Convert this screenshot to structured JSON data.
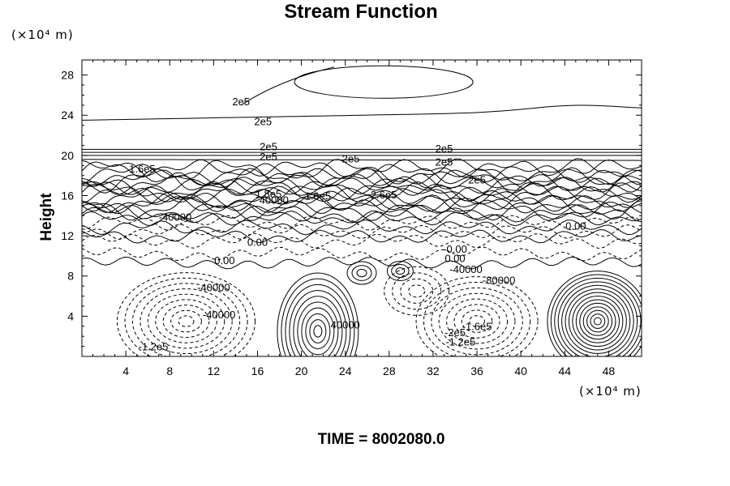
{
  "chart_data": {
    "type": "contour",
    "title": "Stream Function",
    "ylabel": "Height",
    "xlabel": "",
    "x_unit": "(×10⁴ m)",
    "y_unit": "(×10⁴ m)",
    "xlim": [
      0,
      51
    ],
    "ylim": [
      0,
      29.5
    ],
    "x_ticks": [
      4,
      8,
      12,
      16,
      20,
      24,
      28,
      32,
      36,
      40,
      44,
      48
    ],
    "y_ticks": [
      4,
      8,
      12,
      16,
      20,
      24,
      28
    ],
    "footer": "TIME = 8002080.0",
    "contour_labels": [
      {
        "text": "2e5",
        "x": 14.5,
        "y": 25.0
      },
      {
        "text": "2e5",
        "x": 16.5,
        "y": 23.0
      },
      {
        "text": "2e5",
        "x": 17.0,
        "y": 20.5
      },
      {
        "text": "2e5",
        "x": 17.0,
        "y": 19.5
      },
      {
        "text": "2e5",
        "x": 24.5,
        "y": 19.3
      },
      {
        "text": "2e5",
        "x": 33.0,
        "y": 20.3
      },
      {
        "text": "2e5",
        "x": 33.0,
        "y": 19.0
      },
      {
        "text": "2e5",
        "x": 36.0,
        "y": 17.2
      },
      {
        "text": "1.6e5",
        "x": 5.5,
        "y": 18.3
      },
      {
        "text": "1.8e5",
        "x": 17.0,
        "y": 15.8
      },
      {
        "text": "40000",
        "x": 17.5,
        "y": 15.2
      },
      {
        "text": "1.6e5",
        "x": 21.5,
        "y": 15.6
      },
      {
        "text": "2.6e5",
        "x": 27.5,
        "y": 15.7
      },
      {
        "text": "-40000",
        "x": 8.5,
        "y": 13.5
      },
      {
        "text": "0.00",
        "x": 16.0,
        "y": 11.0
      },
      {
        "text": "0.00",
        "x": 13.0,
        "y": 9.2
      },
      {
        "text": "0.00",
        "x": 45.0,
        "y": 12.6
      },
      {
        "text": "-0.00",
        "x": 34.0,
        "y": 10.3
      },
      {
        "text": "0.00",
        "x": 34.0,
        "y": 9.4
      },
      {
        "text": "-40000",
        "x": 35.0,
        "y": 8.3
      },
      {
        "text": "-80000",
        "x": 38.0,
        "y": 7.2
      },
      {
        "text": "-40000",
        "x": 12.0,
        "y": 6.5
      },
      {
        "text": "-40000",
        "x": 12.5,
        "y": 3.8
      },
      {
        "text": "40000",
        "x": 24.0,
        "y": 2.8
      },
      {
        "text": "-2e5",
        "x": 34.0,
        "y": 2.0
      },
      {
        "text": "-1.6e5",
        "x": 36.0,
        "y": 2.6
      },
      {
        "text": "-1.2e5",
        "x": 34.5,
        "y": 1.1
      },
      {
        "text": "-1.2e5",
        "x": 6.5,
        "y": 0.6
      }
    ]
  }
}
